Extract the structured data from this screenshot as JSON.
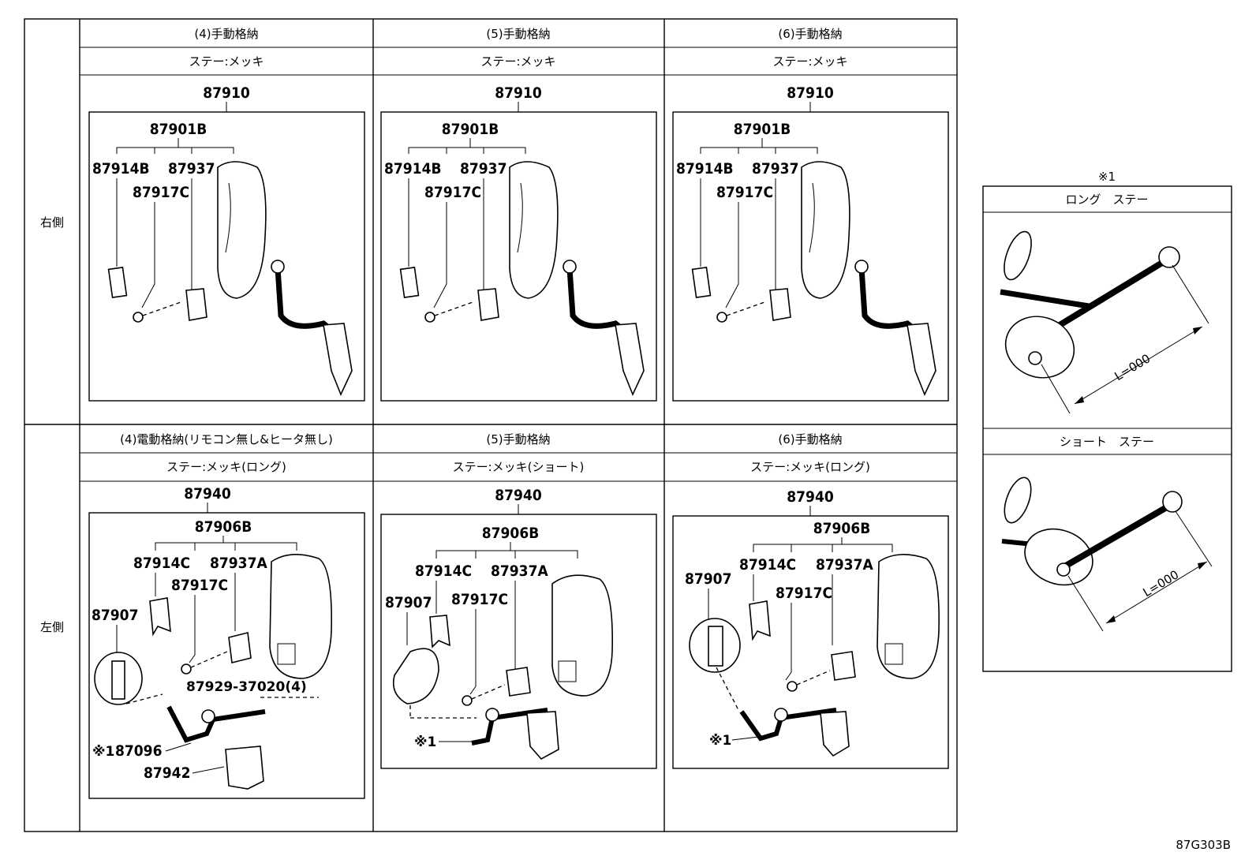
{
  "sides": {
    "right": "右側",
    "left": "左側"
  },
  "right_panels": [
    {
      "header": "(4)手動格納",
      "stay": "ステー:メッキ",
      "assy": "87910",
      "sub": "87901B",
      "p1": "87914B",
      "p2": "87937",
      "p3": "87917C"
    },
    {
      "header": "(5)手動格納",
      "stay": "ステー:メッキ",
      "assy": "87910",
      "sub": "87901B",
      "p1": "87914B",
      "p2": "87937",
      "p3": "87917C"
    },
    {
      "header": "(6)手動格納",
      "stay": "ステー:メッキ",
      "assy": "87910",
      "sub": "87901B",
      "p1": "87914B",
      "p2": "87937",
      "p3": "87917C"
    }
  ],
  "left_panels": [
    {
      "header": "(4)電動格納(リモコン無し&ヒータ無し)",
      "stay": "ステー:メッキ(ロング)",
      "assy": "87940",
      "sub": "87906B",
      "p1": "87914C",
      "p2": "87937A",
      "p3": "87917C",
      "p4": "87907",
      "bolt": "87929-37020(4)",
      "note": "※1",
      "p5": "87096",
      "p6": "87942"
    },
    {
      "header": "(5)手動格納",
      "stay": "ステー:メッキ(ショート)",
      "assy": "87940",
      "sub": "87906B",
      "p1": "87914C",
      "p2": "87937A",
      "p3": "87917C",
      "p4": "87907",
      "note": "※1"
    },
    {
      "header": "(6)手動格納",
      "stay": "ステー:メッキ(ロング)",
      "assy": "87940",
      "sub": "87906B",
      "p1": "87914C",
      "p2": "87937A",
      "p3": "87917C",
      "p4": "87907",
      "note": "※1"
    }
  ],
  "reference": {
    "title": "※1",
    "long_label": "ロング　ステー",
    "short_label": "ショート　ステー",
    "dim": "L=000"
  },
  "figure_code": "87G303B"
}
